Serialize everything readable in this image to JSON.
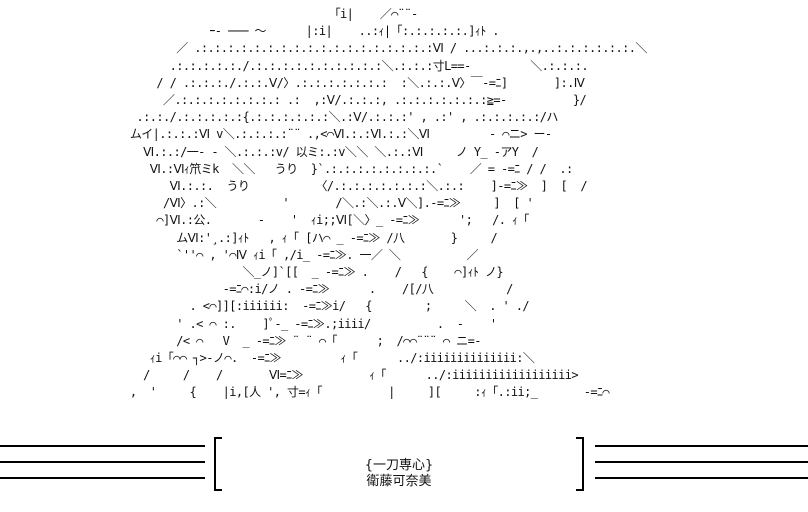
{
  "art": {
    "lines": [
      "                                 「i|    ／⌒¨¨-",
      "               ｰ‐ ─── ～      |:i|    ..:ｨ|「:.:.:.:.:.]ｨﾄ .",
      "          ／ .:.:.:.:.:.:.:.:.:.:.:.:.:.:.:.:.:.:Ⅵ / ...:.:.:.,.,..:.:.:.:.:.:.＼",
      "         .:.:.:.:.:./.:.:.:.:.:.:.:.:.:.:＼.:.:.:寸L==-         ＼.:.:.:.",
      "       / / .:.:.:./.:.:.Ⅴ/〉.:.:.:.:.:.:.:  :＼.:.:.Ⅴ〉￣-=ﾆ]       ]:.Ⅳ",
      "        ／.:.:.:.:.:.:.:.: .:  ,:Ⅴ/.:.:.:, .:.:.:.:.:.:.:≧=-          }/",
      "    .:.:./.:.:.:.:.:{.:.:.:.:.:.:＼.:Ⅴ/.:.:.:' , .:' , .:.:.:.:.:/ハ",
      "   ムイ|.:.:.:Ⅵ v＼.:.:.:.:¨¨ .,<⌒Ⅵ.:.:Ⅵ.:.:＼Ⅵ         ‐ ⌒ニ> ー-",
      "     Ⅵ.:.:/一- - ＼.:.:.:v/ 以ミ:.:v＼＼ ＼.:.:Ⅵ     ノ Y_ -アY  /",
      "      Ⅵ.:Ⅵｨ笊ミk  ＼＼   うり  }`.:.:.:.:.:.:.:.:.`    ／ = -=ﾆ / /  .:",
      "         Ⅵ.:.:.  うり          〈/.:.:.:.:.:.:.:＼.:.:    ]-=ﾆ≫  ]  [  /",
      "        /Ⅵ〉.:＼          '       /＼.:＼.:.Ⅴ＼].-=ﾆ≫     ]  [ '",
      "       ⌒]Ⅵ.:公.       -    '  ｨi;;Ⅵ[＼〉_ -=ﾆ≫      ';   /. ｨ「",
      "          ムⅥ:'¸.:]ｨﾄ   , ｨ「 [ハ⌒ _ -=ﾆ≫ /八       }     /",
      "          `''⌒ , '⌒Ⅳ ｨi「 ,/i_ -=ﾆ≫. 一／ ＼          ／",
      "                    ＼_ノ]`[[  _ -=ﾆ≫ .    /   {    ⌒]ｨﾄ ノ}",
      "                 -=ﾆ⌒:i/ノ . -=ﾆ≫      .    /[/八           /",
      "            . <⌒]][:iiiiii:  -=ﾆ≫i/   {        ;     ＼  . ' ./",
      "          ' .< ⌒ :.    ]ﾟ-_ -=ﾆ≫.;iiii/          .  -    '",
      "          /< ⌒   V  _ -=ﾆ≫ ¨ ¨ ⌒「      ;  /⌒⌒¨¨¨ ⌒ ニ=-",
      "      ｨi「⌒⌒ ┐>-ノ⌒.  -=ﾆ≫         ｨ「      ../:iiiiiiiiiiiiii:＼",
      "     /     /    /       Ⅵ=ﾆ≫          ｨ「      ../:iiiiiiiiiiiiiiiiii>",
      "   ,  '     {    |i,[人 ', 寸=ｨ「          |     ][     :ｨ「.:ii;_       -=ﾆ⌒"
    ]
  },
  "caption": {
    "title": "{一刀専心}",
    "name": "衛藤可奈美"
  }
}
